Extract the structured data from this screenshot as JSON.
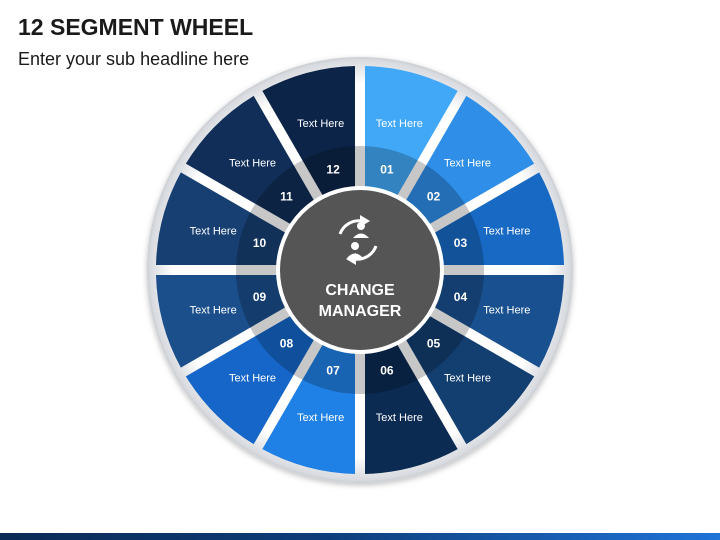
{
  "header": {
    "title": "12 SEGMENT WHEEL",
    "subtitle": "Enter your sub headline here"
  },
  "center": {
    "line1": "CHANGE",
    "line2": "MANAGER",
    "icon": "people-cycle-icon",
    "color": "#555555"
  },
  "segments": [
    {
      "number": "01",
      "label": "Text Here",
      "color": "#41a8f7"
    },
    {
      "number": "02",
      "label": "Text Here",
      "color": "#2e8ee8"
    },
    {
      "number": "03",
      "label": "Text Here",
      "color": "#1769c4"
    },
    {
      "number": "04",
      "label": "Text Here",
      "color": "#19508f"
    },
    {
      "number": "05",
      "label": "Text Here",
      "color": "#133e70"
    },
    {
      "number": "06",
      "label": "Text Here",
      "color": "#0c2b52"
    },
    {
      "number": "07",
      "label": "Text Here",
      "color": "#1f80e6"
    },
    {
      "number": "08",
      "label": "Text Here",
      "color": "#1566c8"
    },
    {
      "number": "09",
      "label": "Text Here",
      "color": "#1a4f8c"
    },
    {
      "number": "10",
      "label": "Text Here",
      "color": "#173f72"
    },
    {
      "number": "11",
      "label": "Text Here",
      "color": "#102e58"
    },
    {
      "number": "12",
      "label": "Text Here",
      "color": "#0c2448"
    }
  ]
}
